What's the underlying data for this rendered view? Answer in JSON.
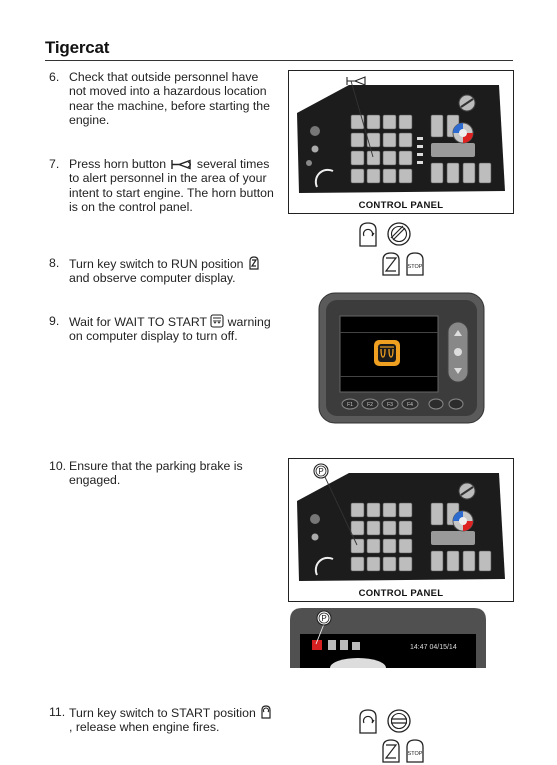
{
  "header": {
    "brand": "Tigercat"
  },
  "steps": [
    {
      "num": "6.",
      "text": "Check that outside personnel have not moved into a hazardous location near the machine, before starting the engine."
    },
    {
      "num": "7.",
      "text_a": "Press horn button",
      "text_b": "several times to alert personnel in the area of your intent to start engine. The horn button is on the control panel."
    },
    {
      "num": "8.",
      "text_a": "Turn key switch to RUN position",
      "text_b": "and observe computer display."
    },
    {
      "num": "9.",
      "text_a": "Wait for WAIT TO START",
      "text_b": "warning on computer display to turn off."
    },
    {
      "num": "10.",
      "text": "Ensure that the parking brake is engaged."
    },
    {
      "num": "11.",
      "text_a": "Turn key switch to START position",
      "text_b": ", release when engine fires."
    }
  ],
  "figures": {
    "panel_caption_1": "CONTROL PANEL",
    "panel_caption_2": "CONTROL PANEL",
    "key_stop_label": "STOP",
    "key_stop_label_2": "STOP",
    "display_buttons": [
      "F1",
      "F2",
      "F3",
      "F4"
    ],
    "display_time": "14:47 04/15/14",
    "parking_symbol": "P",
    "parking_symbol_2": "P"
  }
}
